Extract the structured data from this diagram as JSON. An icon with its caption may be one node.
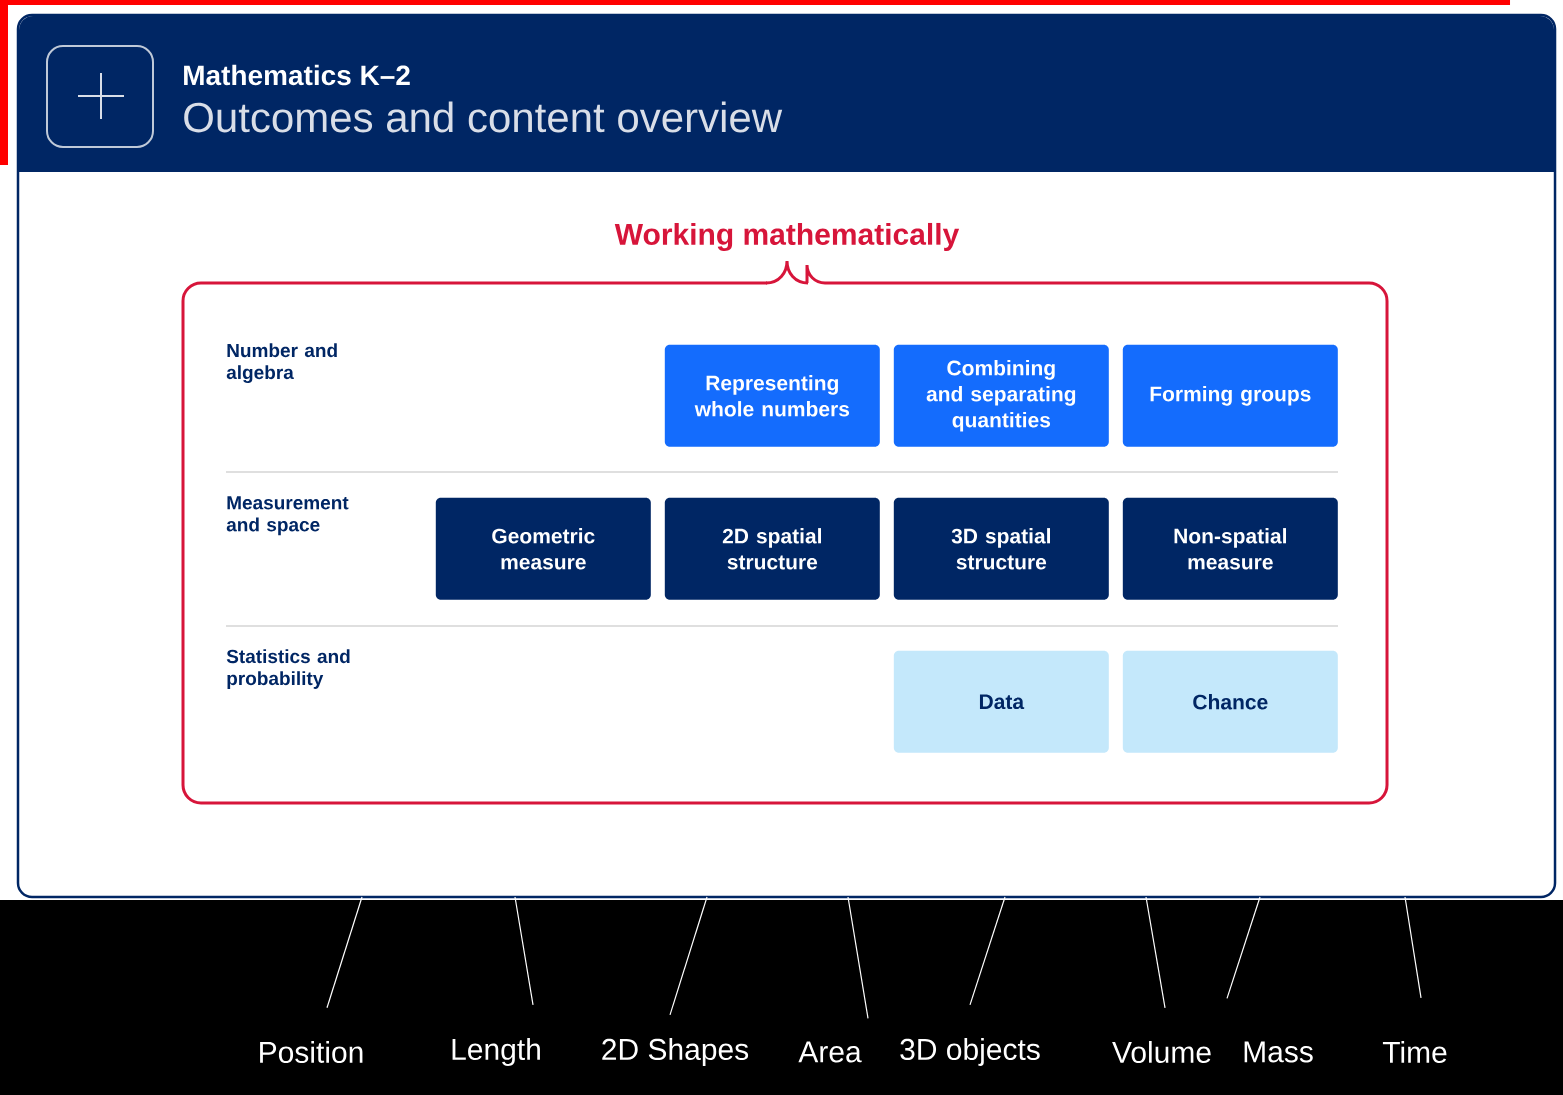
{
  "diagram": {
    "nodes": [
      {
        "text": [
          "Mathematics K–2",
          "Outcomes and content overview"
        ]
      },
      {
        "text": [
          "Working mathematically"
        ]
      },
      {
        "text": [
          "Representing whole numbers"
        ],
        "in": 1
      },
      {
        "text": [
          "Combining and separating quantities"
        ],
        "in": 1
      },
      {
        "text": [
          "Forming groups"
        ],
        "in": 1
      },
      {
        "text": [
          "Geometric measure"
        ],
        "in": 1
      },
      {
        "text": [
          "2D spatial structure"
        ],
        "in": 1
      },
      {
        "text": [
          "3D spatial structure"
        ],
        "in": 1
      },
      {
        "text": [
          "Non-spatial measure"
        ],
        "in": 1
      },
      {
        "text": [
          "Data"
        ],
        "in": 1
      },
      {
        "text": [
          "Chance"
        ],
        "in": 1
      },
      {
        "text": [
          "Position"
        ]
      },
      {
        "text": [
          "Length"
        ]
      },
      {
        "text": [
          "2D Shapes"
        ]
      },
      {
        "text": [
          "Area"
        ]
      },
      {
        "text": [
          "3D objects"
        ]
      },
      {
        "text": [
          "Volume"
        ]
      },
      {
        "text": [
          "Mass"
        ]
      },
      {
        "text": [
          "Time"
        ]
      }
    ],
    "edges": [
      {
        "from": 11,
        "to": null,
        "arrow": "none"
      },
      {
        "from": 12,
        "to": null,
        "arrow": "none"
      },
      {
        "from": 13,
        "to": null,
        "arrow": "none"
      },
      {
        "from": 14,
        "to": null,
        "arrow": "none"
      },
      {
        "from": 15,
        "to": null,
        "arrow": "none"
      },
      {
        "from": 16,
        "to": null,
        "arrow": "none"
      },
      {
        "from": 17,
        "to": null,
        "arrow": "none"
      },
      {
        "from": 18,
        "to": null,
        "arrow": "none"
      }
    ],
    "labels": [
      "Number and algebra",
      "Measurement and space",
      "Statistics and probability"
    ]
  }
}
